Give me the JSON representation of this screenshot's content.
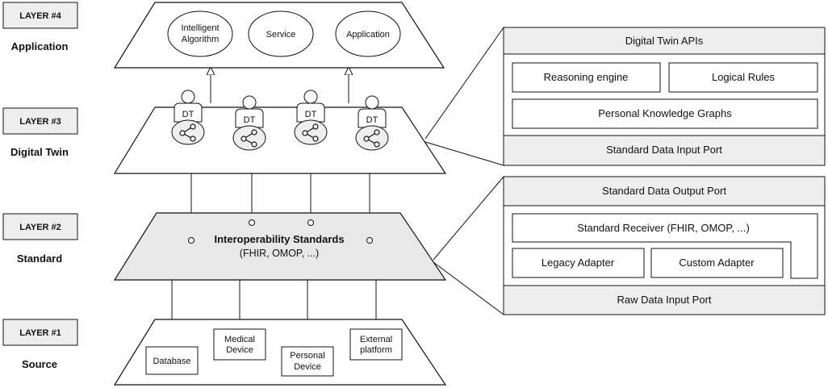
{
  "layers": [
    {
      "tag": "LAYER #4",
      "name": "Application"
    },
    {
      "tag": "LAYER #3",
      "name": "Digital Twin"
    },
    {
      "tag": "LAYER #2",
      "name": "Standard"
    },
    {
      "tag": "LAYER #1",
      "name": "Source"
    }
  ],
  "application": {
    "nodes": [
      {
        "lines": [
          "Intelligent",
          "Algorithm"
        ]
      },
      {
        "lines": [
          "Service"
        ]
      },
      {
        "lines": [
          "Application"
        ]
      }
    ]
  },
  "digital_twin": {
    "twins": [
      {
        "label": "DT",
        "icon": "knowledge-graph-icon"
      },
      {
        "label": "DT",
        "icon": "knowledge-graph-icon"
      },
      {
        "label": "DT",
        "icon": "knowledge-graph-icon"
      },
      {
        "label": "DT",
        "icon": "knowledge-graph-icon"
      }
    ]
  },
  "standard": {
    "title": "Interoperability Standards",
    "subtitle": "(FHIR, OMOP, ...)"
  },
  "source": {
    "nodes": [
      {
        "lines": [
          "Database"
        ]
      },
      {
        "lines": [
          "Medical",
          "Device"
        ]
      },
      {
        "lines": [
          "Personal",
          "Device"
        ]
      },
      {
        "lines": [
          "External",
          "platform"
        ]
      }
    ]
  },
  "dt_panel": {
    "header": "Digital Twin APIs",
    "reasoning": "Reasoning engine",
    "rules": "Logical Rules",
    "graphs": "Personal Knowledge Graphs",
    "footer": "Standard Data Input Port"
  },
  "std_panel": {
    "header": "Standard Data Output Port",
    "receiver": "Standard Receiver (FHIR, OMOP, ...)",
    "legacy": "Legacy Adapter",
    "custom": "Custom Adapter",
    "footer": "Raw Data Input Port"
  },
  "colors": {
    "line": "#111111",
    "panel_fill": "#eeeeee",
    "tag_fill": "#eeeeee",
    "standard_fill": "#e8e8e8"
  }
}
